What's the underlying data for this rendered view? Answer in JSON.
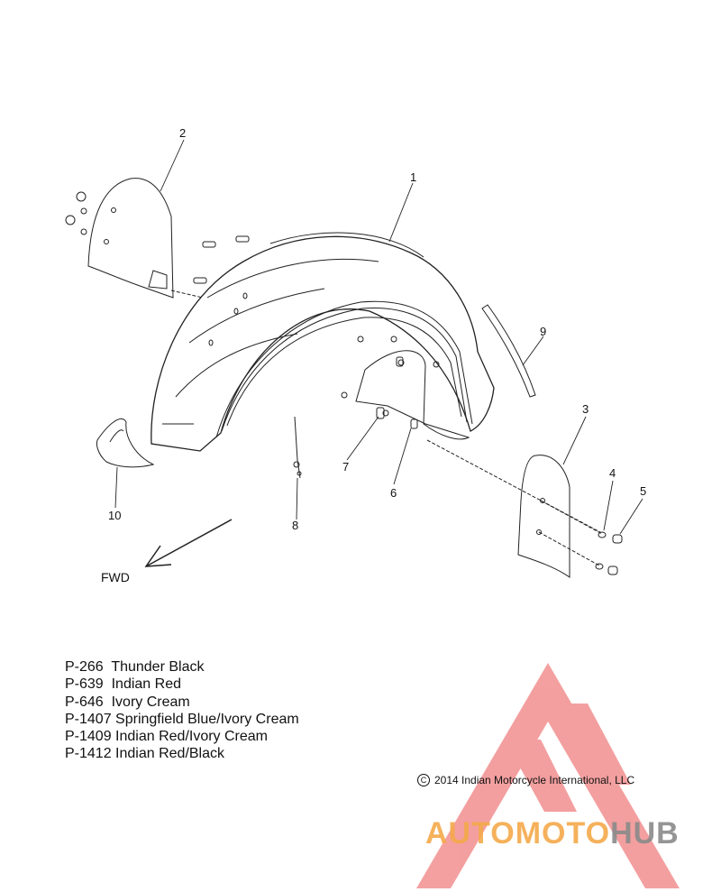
{
  "callouts": {
    "c1": "1",
    "c2": "2",
    "c3": "3",
    "c4": "4",
    "c5": "5",
    "c6": "6",
    "c7": "7",
    "c8": "8",
    "c9": "9",
    "c10": "10"
  },
  "direction_label": "FWD",
  "paint_codes": [
    {
      "code": "P-266",
      "name": "Thunder Black"
    },
    {
      "code": "P-639",
      "name": "Indian Red"
    },
    {
      "code": "P-646",
      "name": "Ivory Cream"
    },
    {
      "code": "P-1407",
      "name": "Springfield Blue/Ivory Cream"
    },
    {
      "code": "P-1409",
      "name": "Indian Red/Ivory Cream"
    },
    {
      "code": "P-1412",
      "name": "Indian Red/Black"
    }
  ],
  "copyright": {
    "symbol": "C",
    "text": "2014 Indian Motorcycle International, LLC"
  },
  "watermark": {
    "part1": "AUTOMOTO",
    "part2": "HUB",
    "logo_color": "#f08080",
    "accent_color": "#f4a94a",
    "gray_color": "#8a8a8a"
  }
}
